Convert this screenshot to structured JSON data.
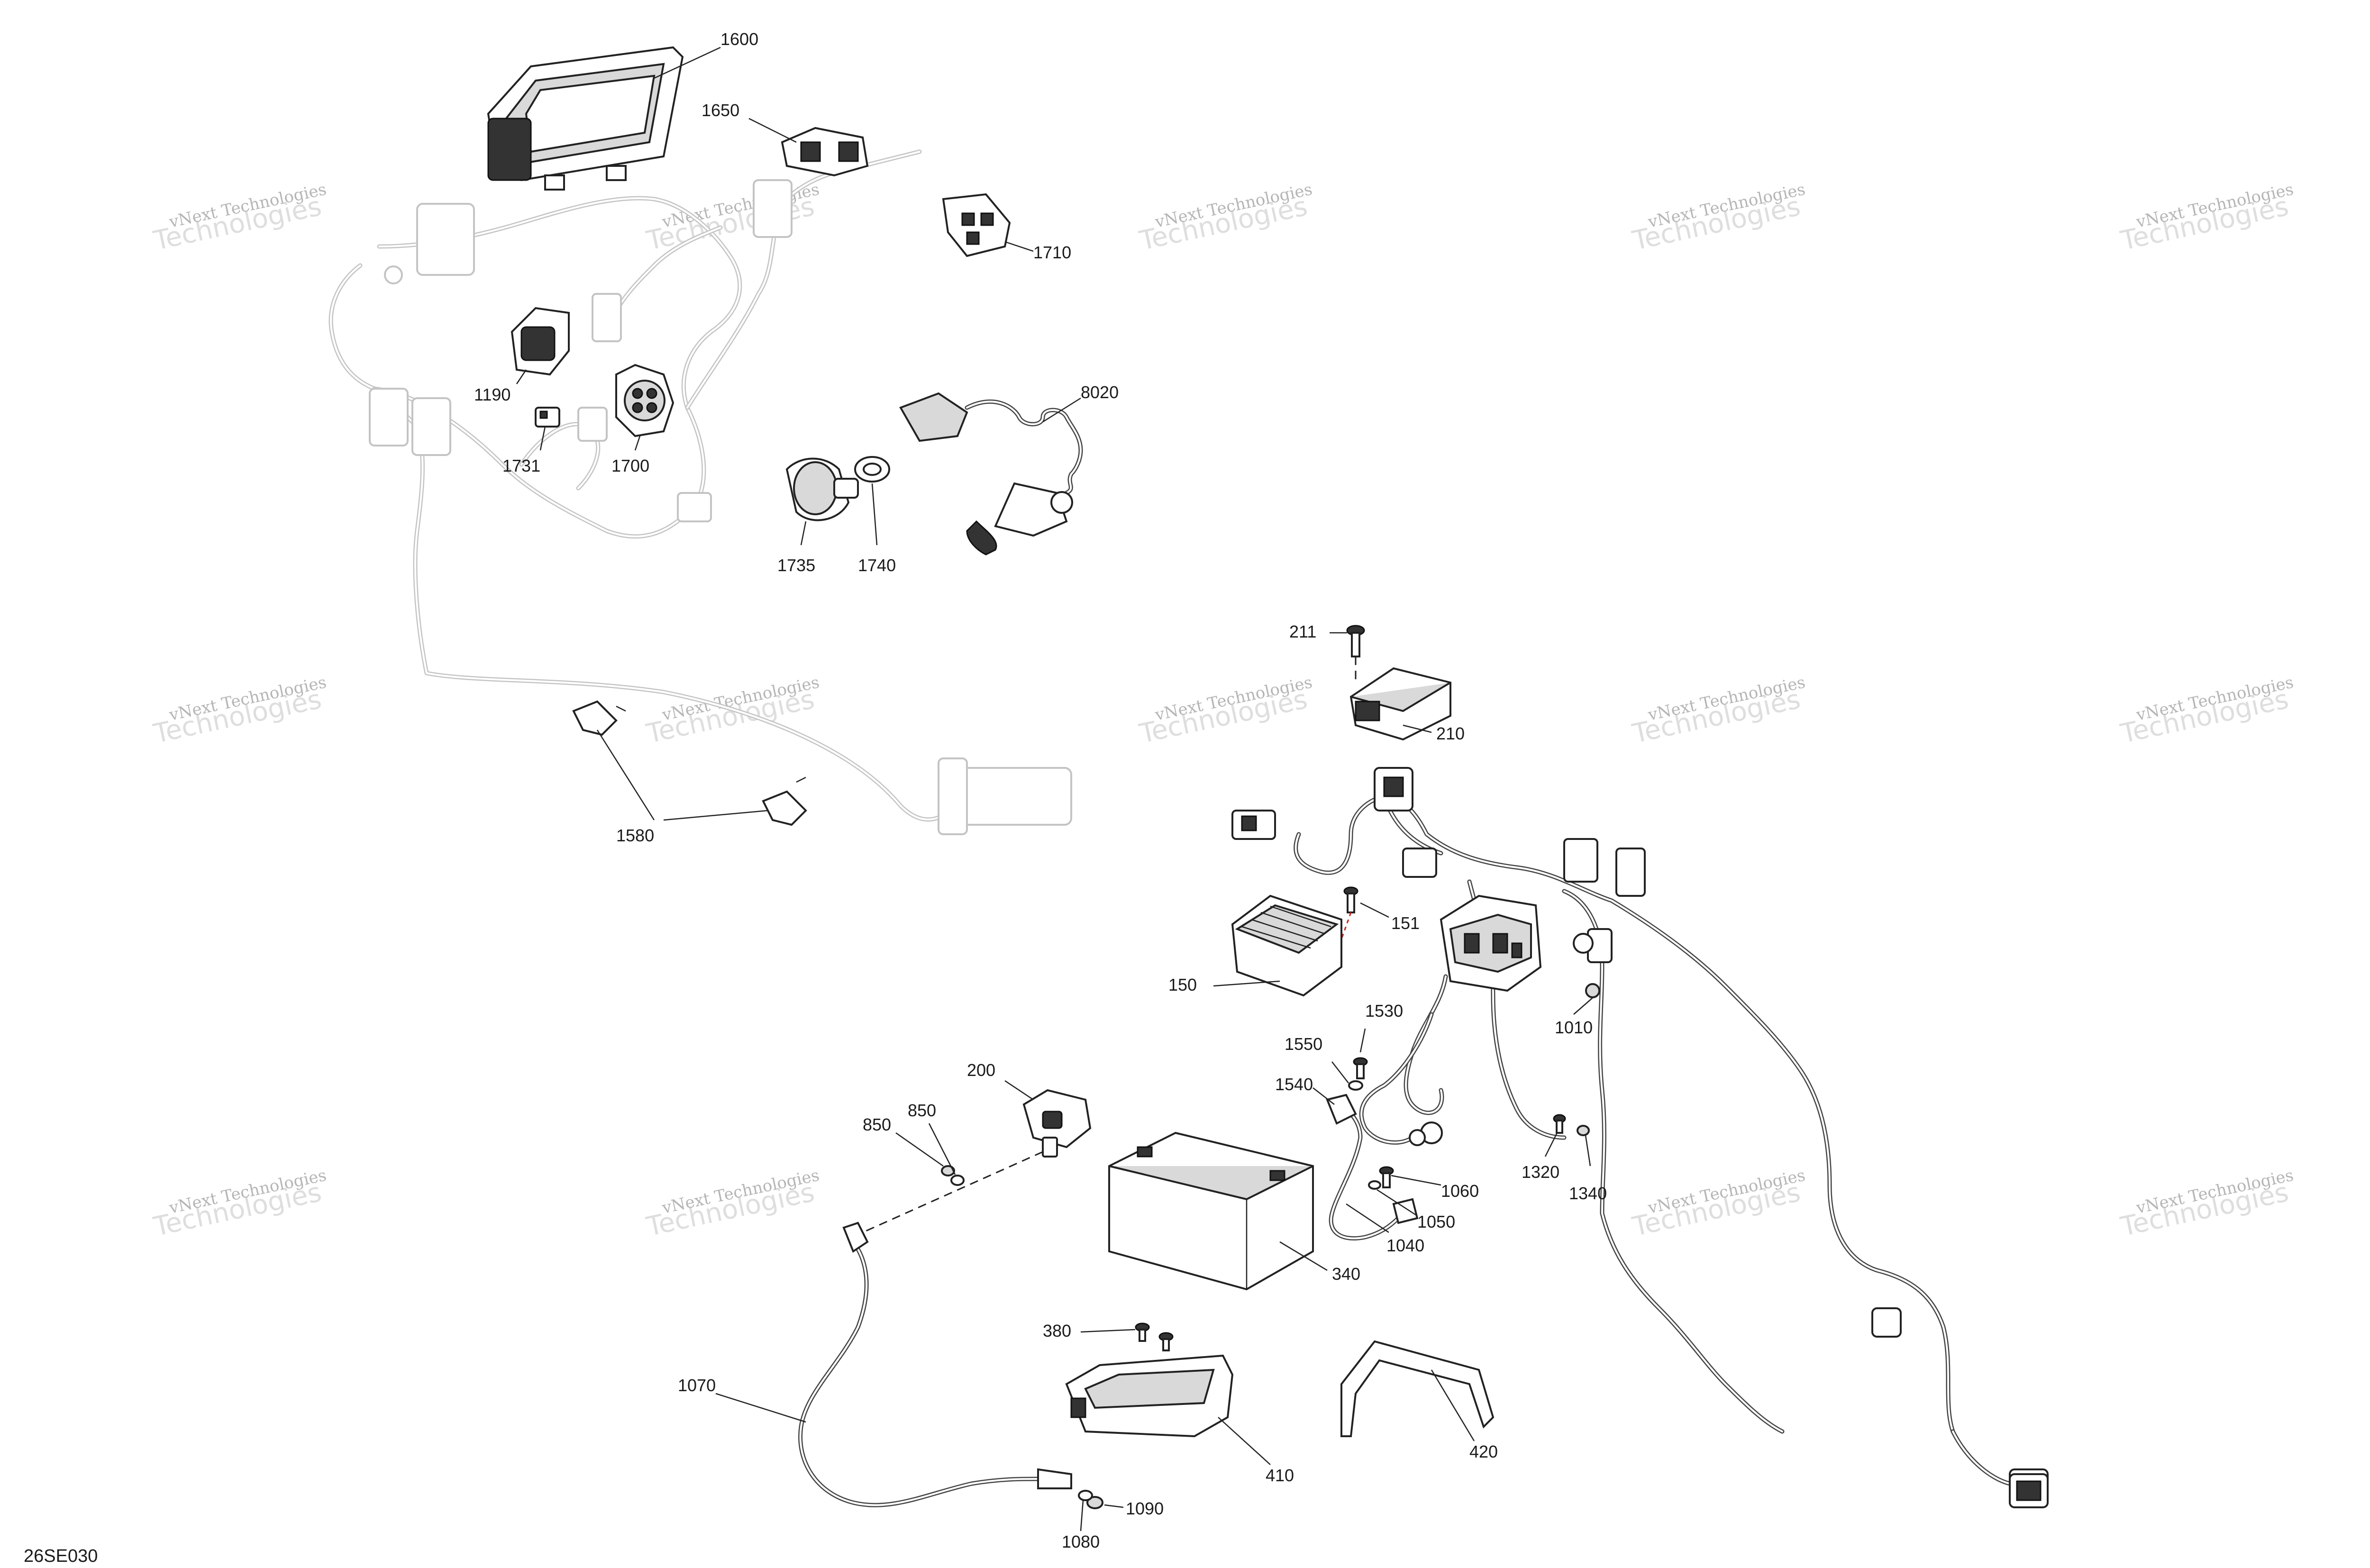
{
  "diagram_code": "26SE030",
  "watermark": {
    "line1": "vNext Technologies",
    "line2": "Technologies"
  },
  "callouts": [
    {
      "id": "1600",
      "label": "1600"
    },
    {
      "id": "1650",
      "label": "1650"
    },
    {
      "id": "1710",
      "label": "1710"
    },
    {
      "id": "1190",
      "label": "1190"
    },
    {
      "id": "1731",
      "label": "1731"
    },
    {
      "id": "1700",
      "label": "1700"
    },
    {
      "id": "8020",
      "label": "8020"
    },
    {
      "id": "1735",
      "label": "1735"
    },
    {
      "id": "1740",
      "label": "1740"
    },
    {
      "id": "211",
      "label": "211"
    },
    {
      "id": "210",
      "label": "210"
    },
    {
      "id": "1580",
      "label": "1580"
    },
    {
      "id": "151",
      "label": "151"
    },
    {
      "id": "150",
      "label": "150"
    },
    {
      "id": "1530",
      "label": "1530"
    },
    {
      "id": "1010",
      "label": "1010"
    },
    {
      "id": "1550",
      "label": "1550"
    },
    {
      "id": "1540",
      "label": "1540"
    },
    {
      "id": "200",
      "label": "200"
    },
    {
      "id": "850a",
      "label": "850"
    },
    {
      "id": "850b",
      "label": "850"
    },
    {
      "id": "1060",
      "label": "1060"
    },
    {
      "id": "1320",
      "label": "1320"
    },
    {
      "id": "1340",
      "label": "1340"
    },
    {
      "id": "1050",
      "label": "1050"
    },
    {
      "id": "1040",
      "label": "1040"
    },
    {
      "id": "340",
      "label": "340"
    },
    {
      "id": "380",
      "label": "380"
    },
    {
      "id": "1070",
      "label": "1070"
    },
    {
      "id": "410",
      "label": "410"
    },
    {
      "id": "420",
      "label": "420"
    },
    {
      "id": "1090",
      "label": "1090"
    },
    {
      "id": "1080",
      "label": "1080"
    }
  ]
}
